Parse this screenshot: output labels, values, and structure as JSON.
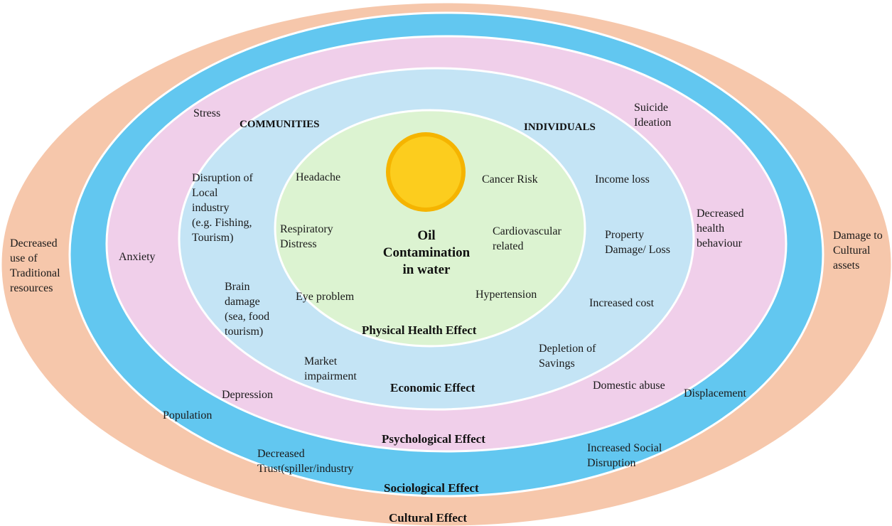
{
  "colors": {
    "cultural_ring": "#f6c7ab",
    "sociological_ring": "#62c7f0",
    "psychological_ring": "#f0cfea",
    "economic_ring": "#c4e4f5",
    "physical_core": "#dcf3d1",
    "sun_outer": "#f5b400",
    "sun_inner": "#fccd1e"
  },
  "core": {
    "icon": "sun-icon",
    "label": "Oil\nContamination\nin water"
  },
  "groups": {
    "communities": "COMMUNITIES",
    "individuals": "INDIVIDUALS"
  },
  "layers": {
    "physical": {
      "title": "Physical Health Effect",
      "items": [
        "Headache",
        "Respiratory\nDistress",
        "Eye problem",
        "Cancer Risk",
        "Cardiovascular\nrelated",
        "Hypertension"
      ]
    },
    "economic": {
      "title": "Economic Effect",
      "items": [
        "Disruption of\nLocal\nindustry\n(e.g. Fishing,\nTourism)",
        "Brain\ndamage\n(sea, food\ntourism)",
        "Market\nimpairment",
        "Income loss",
        "Property\nDamage/ Loss",
        "Increased cost",
        "Depletion of\nSavings"
      ]
    },
    "psychological": {
      "title": "Psychological Effect",
      "items": [
        "Stress",
        "Anxiety",
        "Depression",
        "Suicide\nIdeation",
        "Decreased\nhealth\nbehaviour",
        "Domestic abuse"
      ]
    },
    "sociological": {
      "title": "Sociological Effect",
      "items": [
        "Population",
        "Decreased\nTrust(spiller/industry",
        "Displacement",
        "Increased Social\nDisruption"
      ]
    },
    "cultural": {
      "title": "Cultural Effect",
      "items": [
        "Decreased\nuse of\nTraditional\nresources",
        "Damage to\nCultural\nassets"
      ]
    }
  }
}
